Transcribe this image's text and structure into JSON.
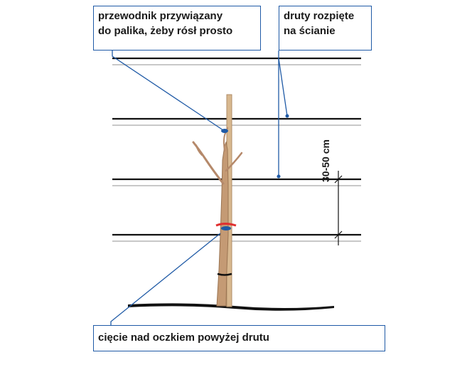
{
  "labels": {
    "leader_line1": "przewodnik przywiązany",
    "leader_line2": "do palika, żeby rósł prosto",
    "wires_line1": "druty rozpięte",
    "wires_line2": "na ścianie",
    "cut": "cięcie nad oczkiem powyżej drutu",
    "spacing": "30-50 cm"
  },
  "colors": {
    "wire": "#111111",
    "shadow": "#c8c8c8",
    "callout": "#1f5aa6",
    "bark": "#c49a74",
    "stake": "#d8b88f",
    "tie_red": "#e03030",
    "soil": "#111111"
  }
}
